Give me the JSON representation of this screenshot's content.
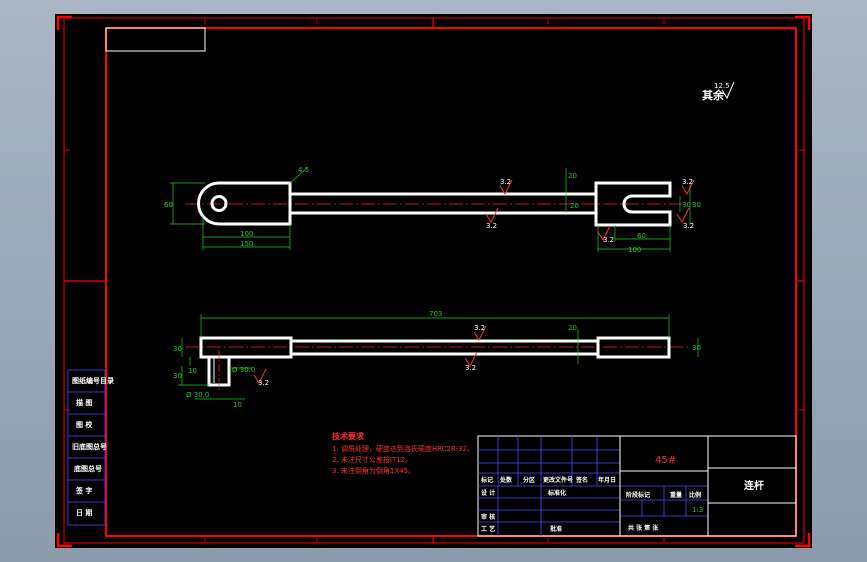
{
  "colors": {
    "background": "#000000",
    "frame": "#ff0000",
    "part_outline": "#ffffff",
    "dimension": "#19d019",
    "center_line": "#ff2020",
    "notes": "#ff3030",
    "table_lines": "#4a4aff"
  },
  "drawing": {
    "roughness_main": "12.5",
    "roughness_other_label": "其余"
  },
  "top_view": {
    "dims": {
      "height_left": "60",
      "slot_left_a": "100",
      "slot_left_b": "150",
      "chamfer": "4.5",
      "rod_dia": "20",
      "right_a": "60",
      "right_b": "100",
      "right_h1": "30",
      "right_h2": "30",
      "rod_top": "20"
    },
    "roughness": [
      "3.2",
      "3.2",
      "3.2",
      "3.2",
      "3.2"
    ]
  },
  "front_view": {
    "dims": {
      "overall_length": "703",
      "rod_dia": "20",
      "right_h": "30",
      "left_h1": "30",
      "left_h2": "10",
      "left_h3": "30",
      "hole_dia": "Ø 30.0",
      "boss_dia": "Ø 30.0",
      "boss_depth": "10"
    },
    "roughness": [
      "3.2",
      "3.2",
      "3.2"
    ]
  },
  "left_column": [
    "图纸编号目录",
    "描 图",
    "图 校",
    "旧底图总号",
    "底图总号",
    "签 字",
    "日 期"
  ],
  "tech_requirements": {
    "title": "技术要求",
    "items": [
      "1. 调质处理，硬度达到洛氏硬度HRC28-32。",
      "2. 未注尺寸公差按IT12。",
      "3. 未注倒角为倒角1X45。"
    ]
  },
  "title_block": {
    "material": "45#",
    "part_name": "连杆",
    "rev_headers": [
      "标记",
      "处数",
      "分区",
      "更改文件号",
      "签名",
      "年月日"
    ],
    "design_label": "设 计",
    "standard_label": "标准化",
    "check_label": "审 核",
    "process_label": "工 艺",
    "approve_label": "批准",
    "stage_label": "阶段标记",
    "weight_label": "重量",
    "scale_label": "比例",
    "scale_value": "1:3",
    "sheet_label": "共 张 第 张"
  }
}
